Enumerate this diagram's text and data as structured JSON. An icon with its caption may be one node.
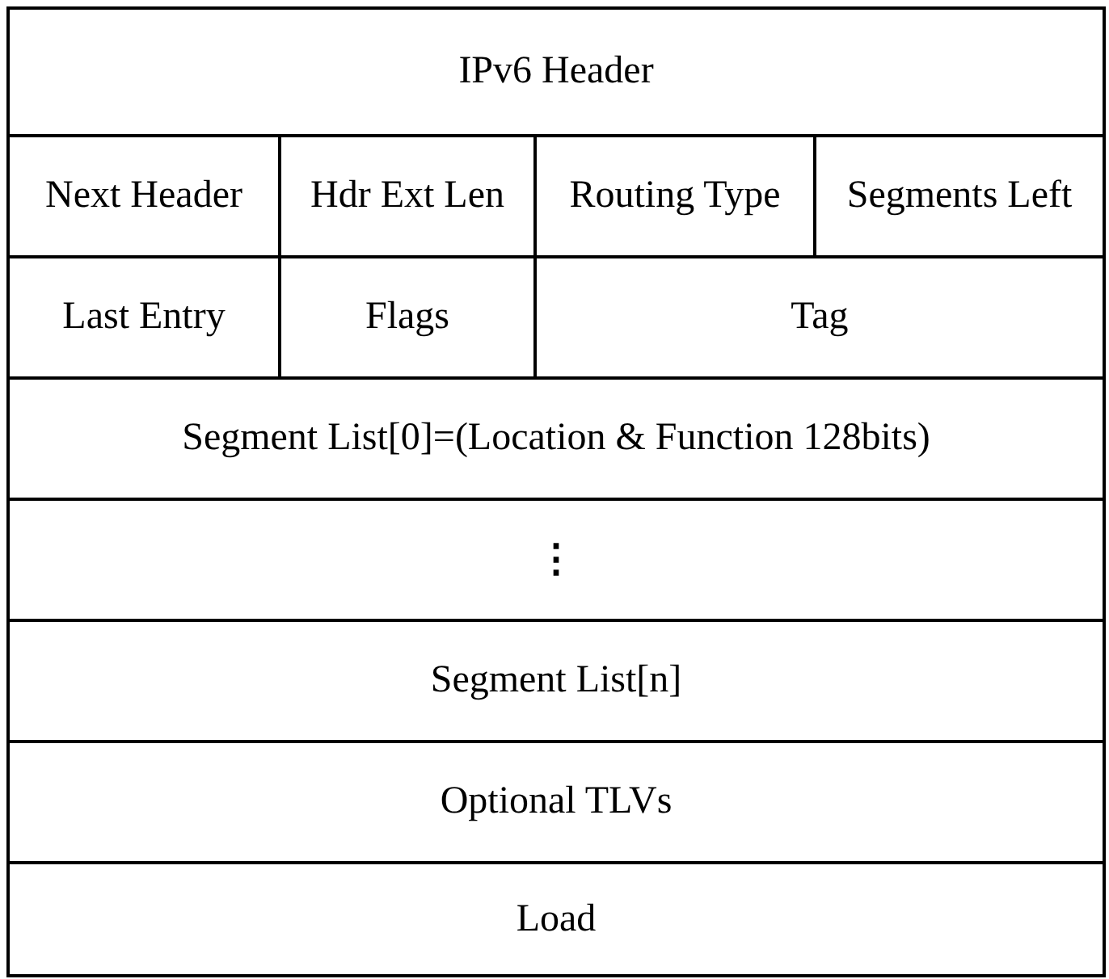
{
  "diagram": {
    "nodes": [
      {
        "text": [
          "IPv6 Header"
        ]
      },
      {
        "text": [
          "Next Header"
        ]
      },
      {
        "text": [
          "Hdr Ext Len"
        ]
      },
      {
        "text": [
          "Routing Type"
        ]
      },
      {
        "text": [
          "Segments Left"
        ]
      },
      {
        "text": [
          "Last Entry"
        ]
      },
      {
        "text": [
          "Flags"
        ]
      },
      {
        "text": [
          "Tag"
        ]
      },
      {
        "text": [
          "Segment List[0]=(Location & Function 128bits)"
        ]
      },
      {
        "text": [
          "⋮"
        ]
      },
      {
        "text": [
          "Segment List[n]"
        ]
      },
      {
        "text": [
          "Optional TLVs"
        ]
      },
      {
        "text": [
          "Load"
        ]
      }
    ]
  }
}
